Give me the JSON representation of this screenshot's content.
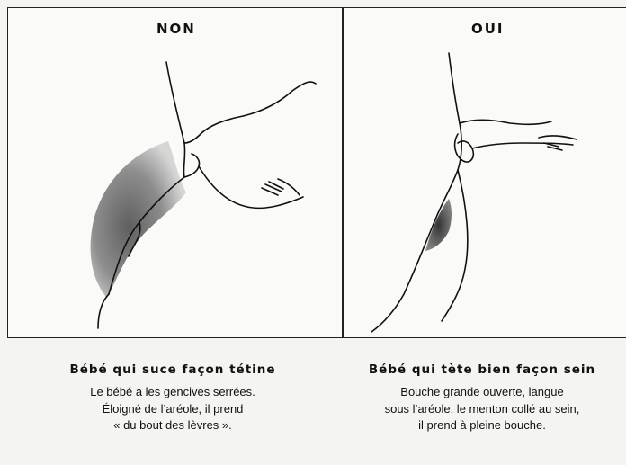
{
  "panels": {
    "left": {
      "label": "NON",
      "title": "Bébé qui suce façon tétine",
      "lines": [
        "Le bébé a les gencives serrées.",
        "Éloigné de l’aréole, il prend",
        "« du bout des lèvres »."
      ]
    },
    "right": {
      "label": "OUI",
      "title": "Bébé qui tète bien façon sein",
      "lines": [
        "Bouche grande ouverte, langue",
        "sous l’aréole, le menton collé au sein,",
        "il prend à pleine bouche."
      ]
    }
  }
}
